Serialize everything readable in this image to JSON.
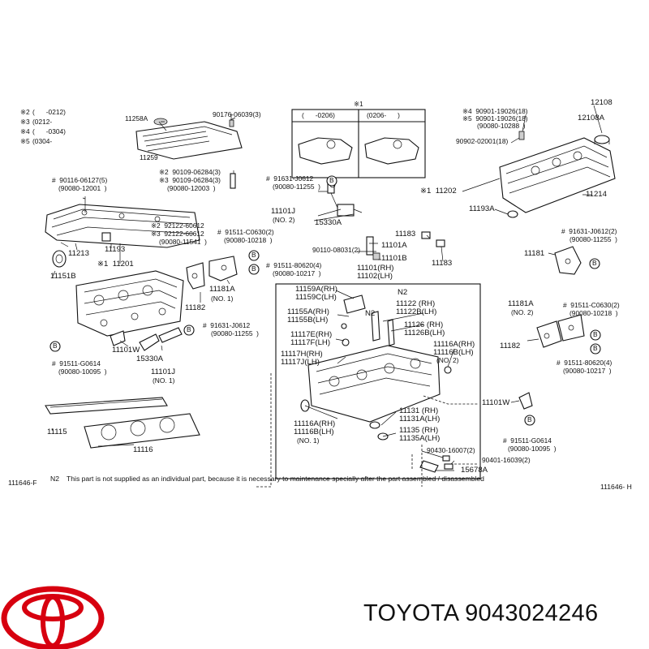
{
  "legend": [
    {
      "code": "※2",
      "range": "(      -0212)"
    },
    {
      "code": "※3",
      "range": "(0212-      "
    },
    {
      "code": "※4",
      "range": "(      -0304)"
    },
    {
      "code": "※5",
      "range": "(0304-      "
    }
  ],
  "inset_top": {
    "title": "※1",
    "left_range": "(      -0206)",
    "right_range": "(0206-      )"
  },
  "labels": {
    "p11258A": "11258A",
    "p90176": "90176-06039(3)",
    "p11259": "11259",
    "p90109a": "※2  90109-06284(3)",
    "p90109b": "※3  90109-06284(3)",
    "p90080_12003": "(90080-12003  )",
    "p90116": "#  90116-06127(5)",
    "p90080_12001": "(90080-12001  )",
    "p92122a": "※2  92122-60612",
    "p92122b": "※3  92122-60612",
    "p90080_11541": "(90080-11541  )",
    "p91511_c0630": "#  91511-C0630(2)",
    "p90080_10218": "(90080-10218  )",
    "p11193": "11193",
    "p11213": "11213",
    "p11201": "※1  11201",
    "p11151B": "11151B",
    "p91511_80620": "#  91511-80620(4)",
    "p90080_10217": "(90080-10217  )",
    "p11181A_no1": "11181A",
    "no1_a": "(NO. 1)",
    "p11182": "11182",
    "p91631_j0612_l": "#  91631-J0612",
    "p90080_11255_l": "(90080-11255  )",
    "p11101W": "11101W",
    "p15330A_l": "15330A",
    "p91511_g0614_l": "#  91511-G0614",
    "p90080_10095_l": "(90080-10095  )",
    "p11101J_l": "11101J",
    "no1_b": "(NO. 1)",
    "p11115": "11115",
    "p11116": "11116",
    "p91631_j0612_c": "#  91631-J0612",
    "p90080_11255_c": "(90080-11255  )",
    "p11101J_c": "11101J",
    "no2_a": "(NO. 2)",
    "p15330A_c": "15330A",
    "p11183a": "11183",
    "p11101A": "11101A",
    "p90110": "90110-08031(2)",
    "p11101B": "11101B",
    "p11183b": "11183",
    "p11101_rh": "11101(RH)",
    "p11102_lh": "11102(LH)",
    "p11159A": "11159A(RH)",
    "p11159C": "11159C(LH)",
    "n2_a": "N2",
    "p11155A": "11155A(RH)",
    "p11155B": "11155B(LH)",
    "n2_b": "N2",
    "p11122": "11122 (RH)",
    "p11122B": "11122B(LH)",
    "p11126": "11126 (RH)",
    "p11126B": "11126B(LH)",
    "p11117E": "11117E(RH)",
    "p11117F": "11117F(LH)",
    "p11117H": "11117H(RH)",
    "p11117J": "11117J(LH)",
    "p11116A_no2": "11116A(RH)",
    "p11116B_no2": "11116B(LH)",
    "no2_b": "(NO. 2)",
    "p11116A_no1": "11116A(RH)",
    "p11116B_no1": "11116B(LH)",
    "no1_c": "(NO. 1)",
    "p11131": "11131 (RH)",
    "p11131A": "11131A(LH)",
    "p11135": "11135 (RH)",
    "p11135A": "11135A(LH)",
    "p90430": "90430-16007(2)",
    "p90401": "90401-16039(2)",
    "p15678A": "15678A",
    "p90901a": "※4  90901-19026(18)",
    "p90901b": "※5  90901-19026(18)",
    "p90080_10288": "(90080-10288  )",
    "p90902": "90902-02001(18)",
    "p12108": "12108",
    "p12108A": "12108A",
    "p11202": "※1  11202",
    "p11214": "11214",
    "p11193A": "11193A",
    "p91631_j0612_r": "#  91631-J0612(2)",
    "p90080_11255_r": "(90080-11255  )",
    "p11181": "11181",
    "p11181A_no2": "11181A",
    "no2_c": "(NO. 2)",
    "p91511_c0630_r": "#  91511-C0630(2)",
    "p90080_10218_r": "(90080-10218  )",
    "p11182_r": "11182",
    "p91511_80620_r": "#  91511-80620(4)",
    "p90080_10217_r": "(90080-10217  )",
    "p11101W_r": "11101W",
    "p91511_g0614_r": "#  91511-G0614",
    "p90080_10095_r": "(90080-10095  )",
    "callout": "B"
  },
  "footer": {
    "diagram_code": "111646-F",
    "note_tag": "N2",
    "note_text": "This part is not supplied as an individual part, because it is necessary to maintenance specially after the part assembled / disassembled",
    "right_code": "111646- H"
  },
  "brand": {
    "text": "TOYOTA 9043024246",
    "logo": "toyota-logo",
    "logo_color": "#d7000f"
  }
}
